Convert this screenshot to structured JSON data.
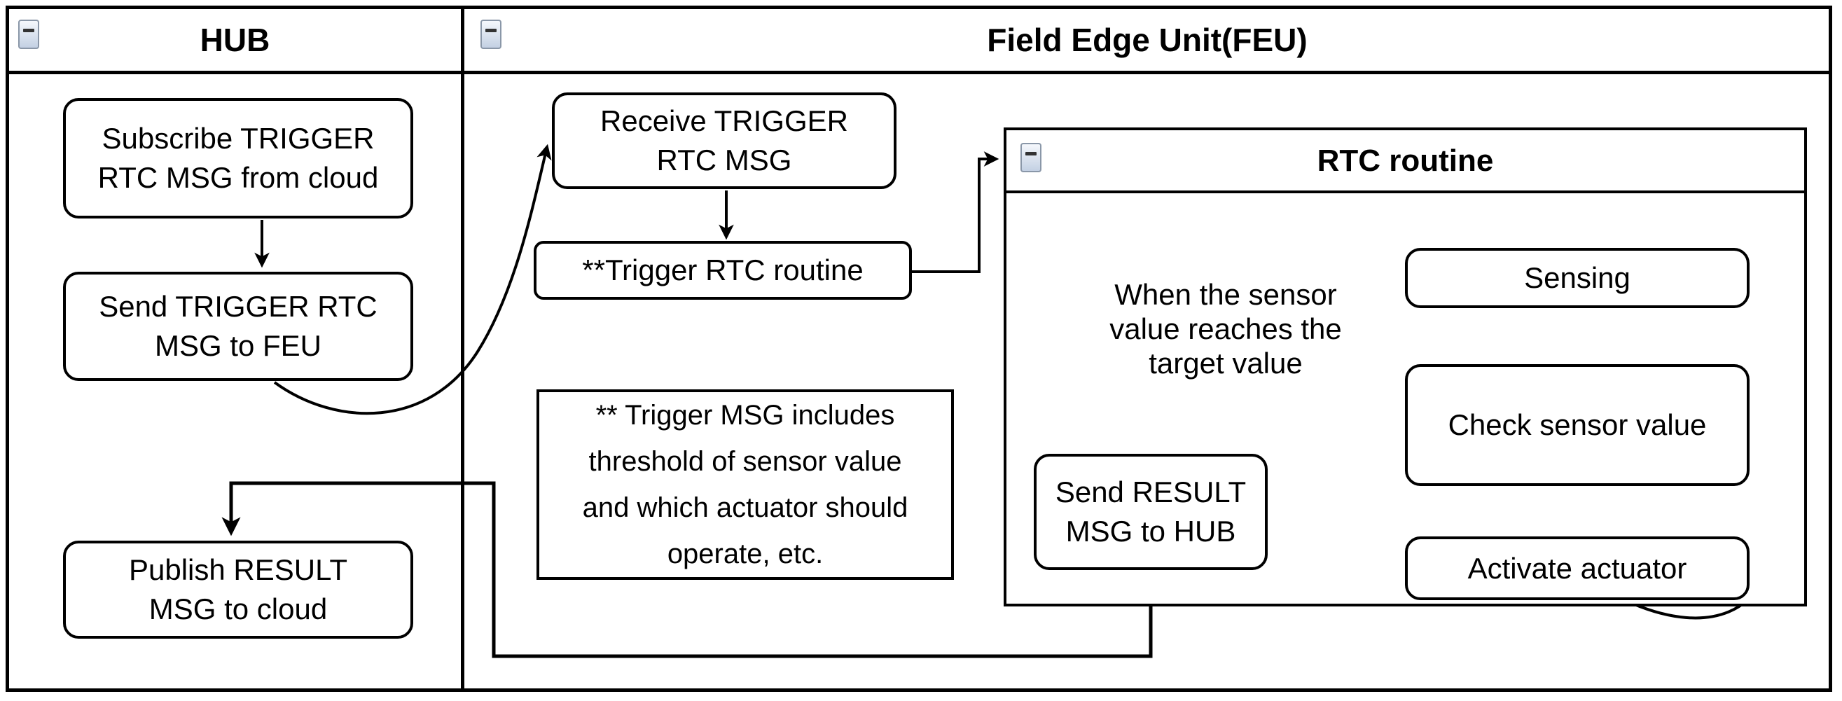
{
  "colors": {
    "stroke": "#000000",
    "background": "#ffffff",
    "button_face_top": "#f5f8fc",
    "button_face_bottom": "#c3d0e3",
    "button_border": "#8a97a8",
    "button_glyph": "#333333"
  },
  "lanes": {
    "hub": {
      "title": "HUB"
    },
    "feu": {
      "title": "Field Edge Unit(FEU)"
    }
  },
  "nodes": {
    "subscribe": {
      "lines": [
        "Subscribe TRIGGER",
        "RTC MSG from cloud"
      ]
    },
    "send_trigger": {
      "lines": [
        "Send TRIGGER RTC",
        "MSG to FEU"
      ]
    },
    "publish_result": {
      "lines": [
        "Publish RESULT",
        "MSG to cloud"
      ]
    },
    "receive_trigger": {
      "lines": [
        "Receive TRIGGER",
        "RTC MSG"
      ]
    },
    "trigger_routine": {
      "lines": [
        "**Trigger RTC routine"
      ]
    },
    "note": {
      "lines": [
        "** Trigger MSG includes",
        "threshold of sensor value",
        "and which actuator should",
        "operate, etc."
      ]
    },
    "rtc_container": {
      "title": "RTC routine"
    },
    "condition_label": {
      "lines": [
        "When the sensor",
        "value reaches the",
        "target value"
      ]
    },
    "sensing": {
      "lines": [
        "Sensing"
      ]
    },
    "check_sensor": {
      "lines": [
        "Check sensor value"
      ]
    },
    "activate": {
      "lines": [
        "Activate actuator"
      ]
    },
    "send_result": {
      "lines": [
        "Send RESULT",
        "MSG to HUB"
      ]
    }
  }
}
